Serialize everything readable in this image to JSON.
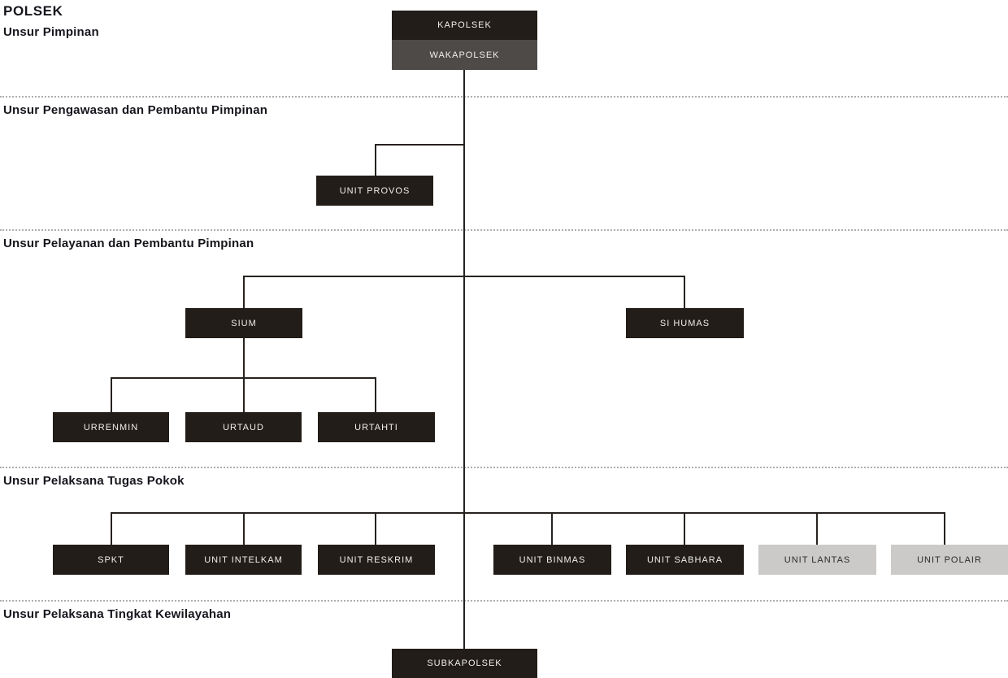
{
  "title": "POLSEK",
  "sections": [
    {
      "label": "Unsur Pimpinan"
    },
    {
      "label": "Unsur Pengawasan dan Pembantu Pimpinan"
    },
    {
      "label": "Unsur Pelayanan dan Pembantu Pimpinan"
    },
    {
      "label": "Unsur Pelaksana Tugas Pokok"
    },
    {
      "label": "Unsur Pelaksana Tingkat Kewilayahan"
    }
  ],
  "nodes": {
    "kapolsek": {
      "label": "KAPOLSEK",
      "style": "dark"
    },
    "wakapolsek": {
      "label": "WAKAPOLSEK",
      "style": "gray"
    },
    "unit_provos": {
      "label": "UNIT PROVOS",
      "style": "dark"
    },
    "sium": {
      "label": "SIUM",
      "style": "dark"
    },
    "si_humas": {
      "label": "SI HUMAS",
      "style": "dark"
    },
    "urrenmin": {
      "label": "URRENMIN",
      "style": "dark"
    },
    "urtaud": {
      "label": "URTAUD",
      "style": "dark"
    },
    "urtahti": {
      "label": "URTAHTI",
      "style": "dark"
    },
    "spkt": {
      "label": "SPKT",
      "style": "dark"
    },
    "unit_intelkam": {
      "label": "UNIT INTELKAM",
      "style": "dark"
    },
    "unit_reskrim": {
      "label": "UNIT RESKRIM",
      "style": "dark"
    },
    "unit_binmas": {
      "label": "UNIT BINMAS",
      "style": "dark"
    },
    "unit_sabhara": {
      "label": "UNIT SABHARA",
      "style": "dark"
    },
    "unit_lantas": {
      "label": "UNIT LANTAS",
      "style": "light"
    },
    "unit_polair": {
      "label": "UNIT POLAIR",
      "style": "light"
    },
    "subkapolsek": {
      "label": "SUBKAPOLSEK",
      "style": "dark"
    }
  },
  "colors": {
    "box_dark": "#221d18",
    "box_gray": "#4e4a47",
    "box_light": "#cbcac8",
    "connector": "#262220",
    "divider": "#aeaeae",
    "heading": "#15151c",
    "background": "#ffffff"
  }
}
